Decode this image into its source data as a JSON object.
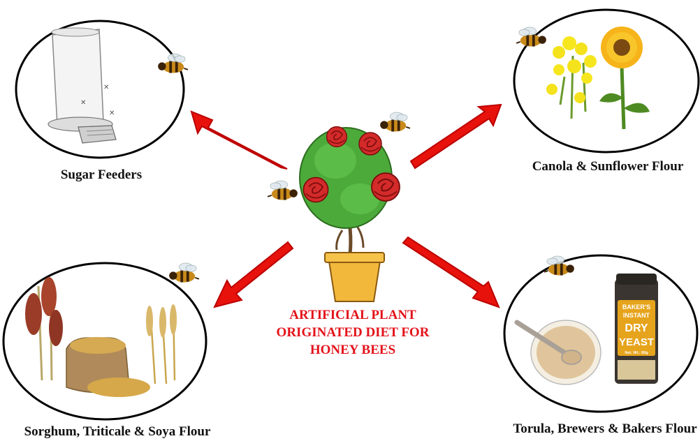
{
  "center": {
    "title_lines": [
      "ARTIFICIAL PLANT",
      "ORIGINATED DIET FOR",
      "HONEY BEES"
    ],
    "title_color": "#e3121a"
  },
  "arrow_color": "#e8120c",
  "nodes": {
    "top_left": {
      "label": "Sugar Feeders",
      "icon": "sugar-feeder-icon"
    },
    "top_right": {
      "label": "Canola & Sunflower Flour",
      "icon": "canola-sunflower-icon"
    },
    "bottom_left": {
      "label": "Sorghum, Triticale & Soya Flour",
      "icon": "grains-sack-icon"
    },
    "bottom_right": {
      "label": "Torula, Brewers & Bakers Flour",
      "icon": "yeast-jar-icon"
    }
  },
  "yeast_jar_text": [
    "BAKER'S",
    "INSTANT",
    "DRY",
    "YEAST",
    "Net. Wt.: 80g"
  ]
}
